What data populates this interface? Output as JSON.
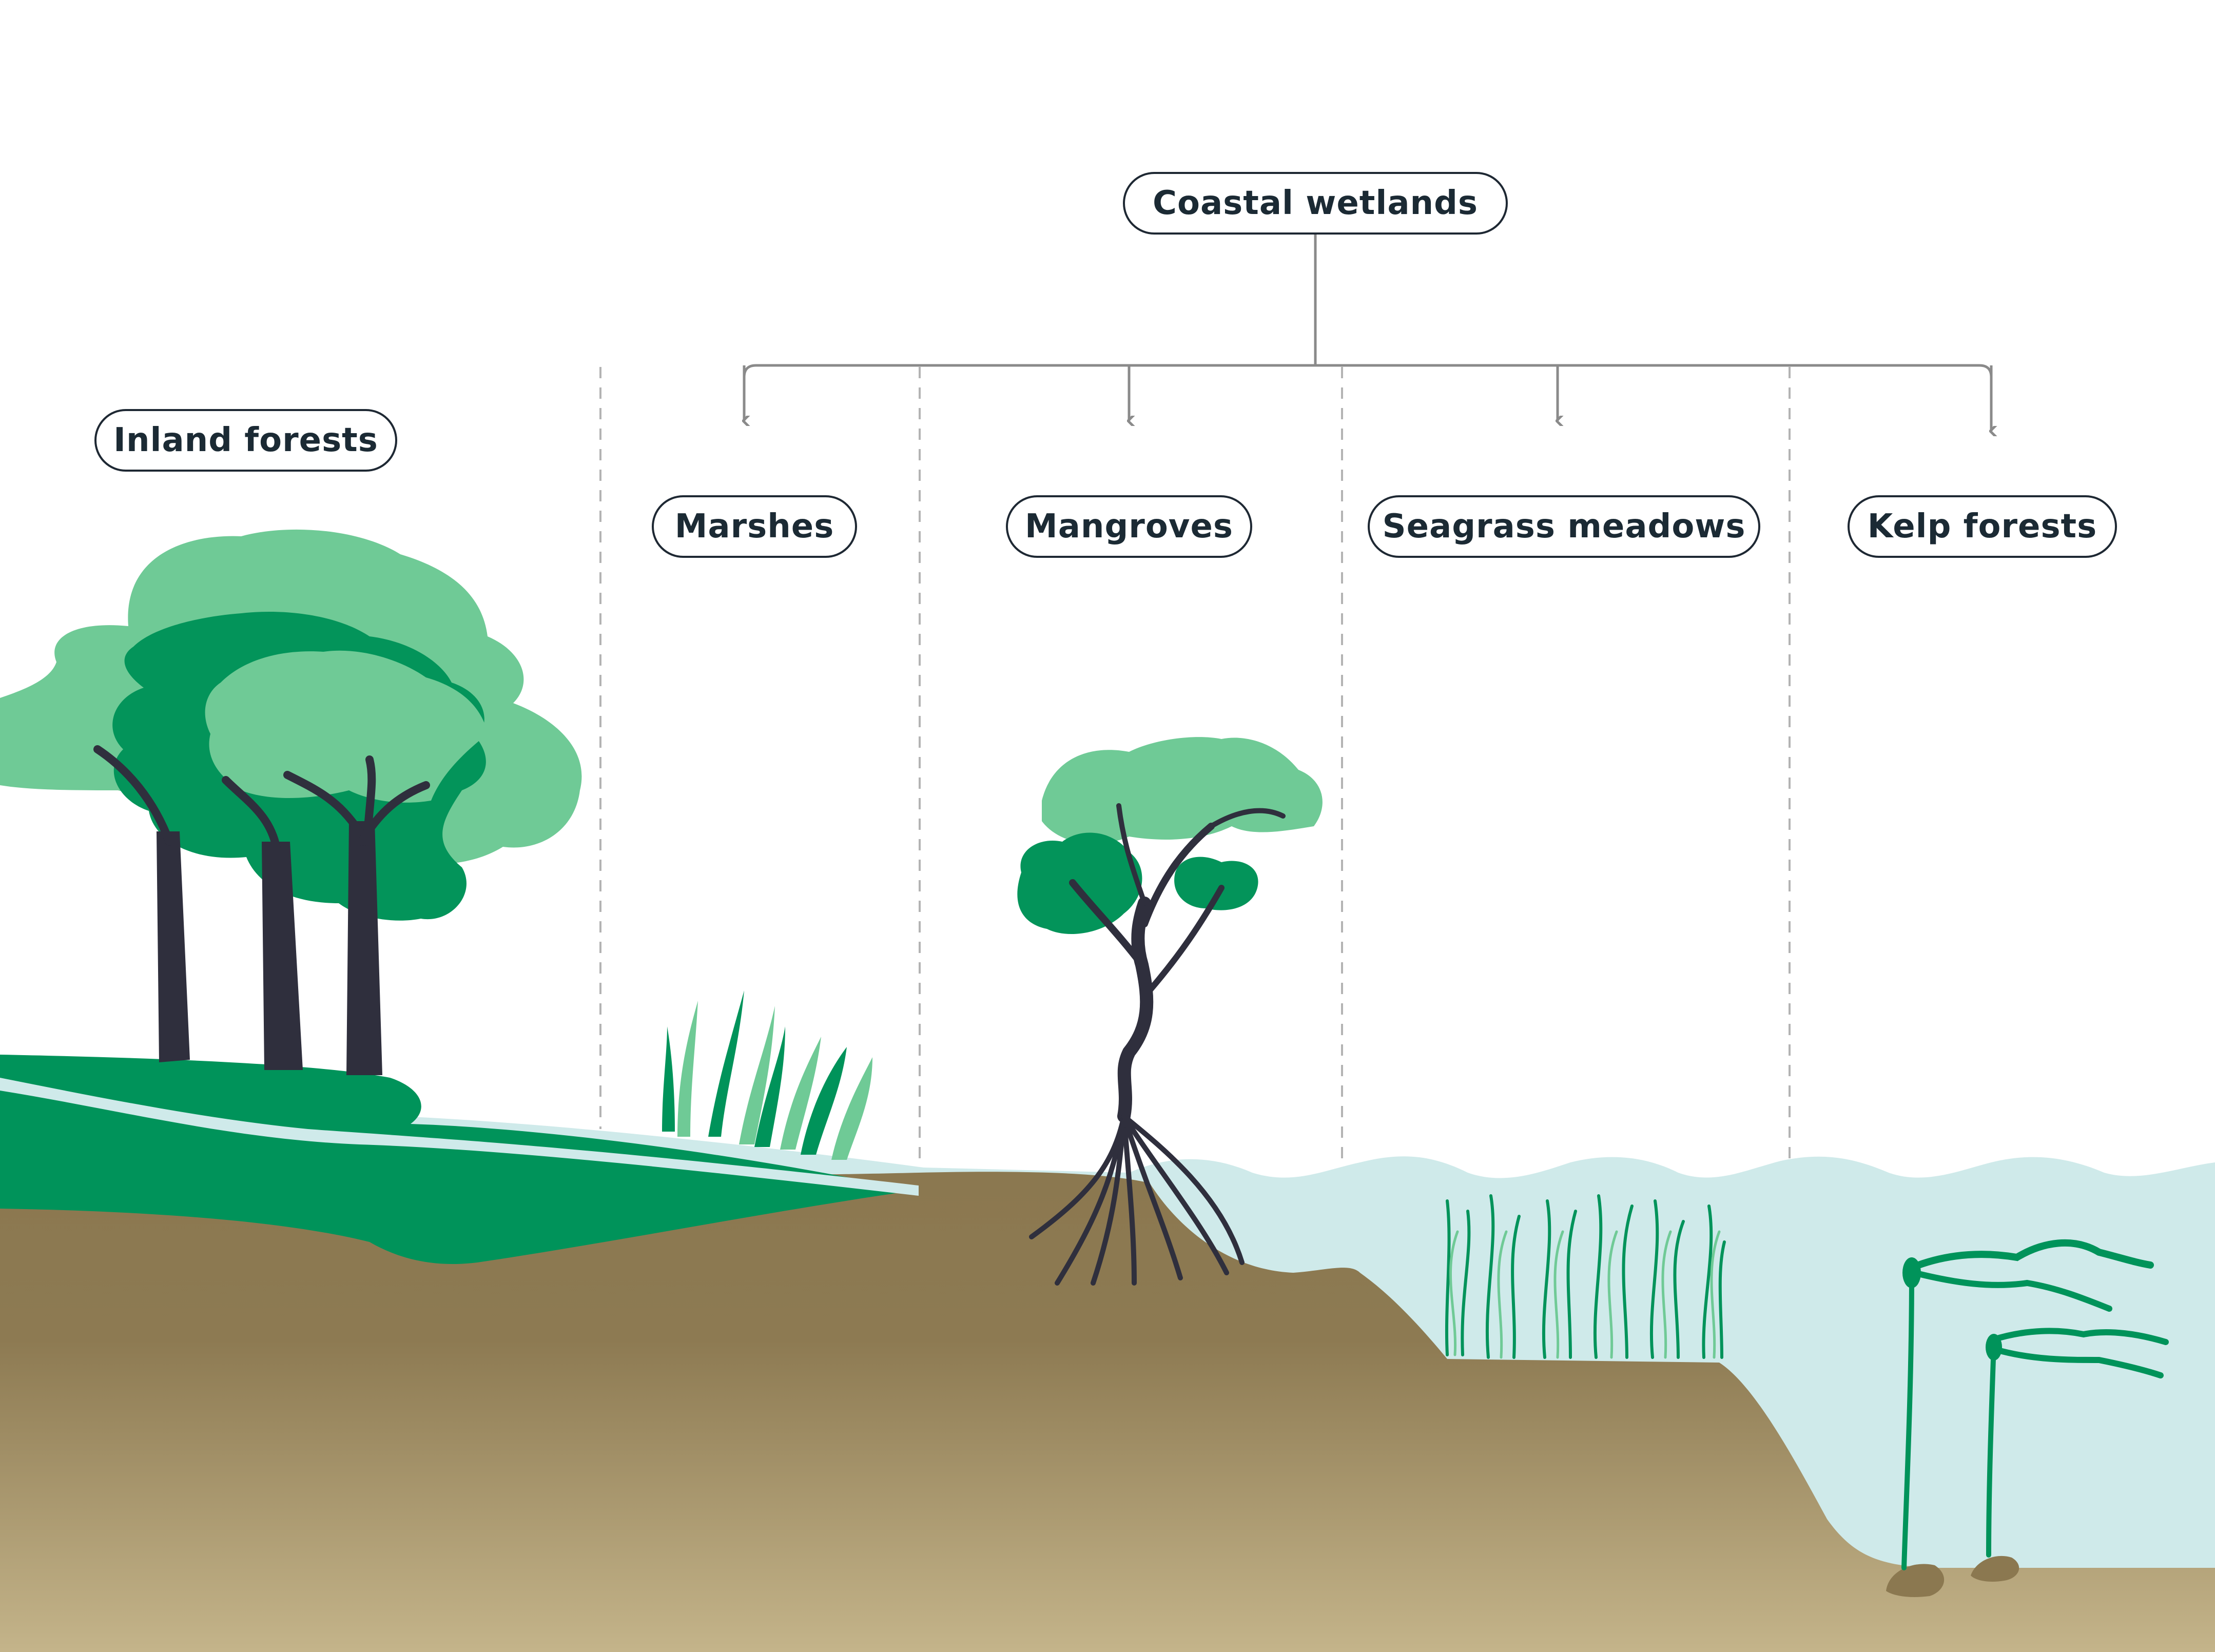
{
  "diagram": {
    "root": {
      "label": "Coastal wetlands"
    },
    "standalone": {
      "label": "Inland forests"
    },
    "children": [
      {
        "label": "Marshes"
      },
      {
        "label": "Mangroves"
      },
      {
        "label": "Seagrass meadows"
      },
      {
        "label": "Kelp forests"
      }
    ]
  },
  "colors": {
    "line": "#8a8a8a",
    "water": "#cfeaea",
    "soil_top": "#8b7850",
    "soil_bottom": "#c4b48a",
    "grass_dark": "#00935a",
    "foliage_light": "#6fca96",
    "foliage_dark": "#03945a",
    "trunk": "#2f2f3d"
  }
}
